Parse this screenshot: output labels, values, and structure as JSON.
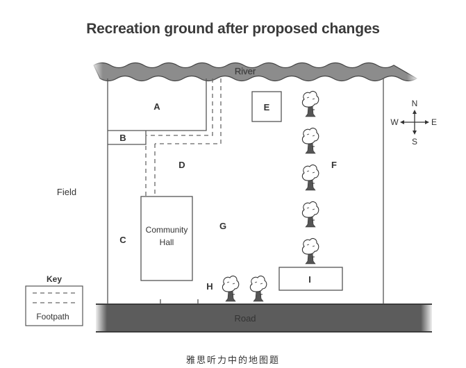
{
  "title": "Recreation ground after proposed changes",
  "caption": "雅思听力中的地图题",
  "features": {
    "river": "River",
    "road": "Road",
    "field": "Field",
    "community_hall_line1": "Community",
    "community_hall_line2": "Hall"
  },
  "areas": {
    "A": "A",
    "B": "B",
    "C": "C",
    "D": "D",
    "E": "E",
    "F": "F",
    "G": "G",
    "H": "H",
    "I": "I"
  },
  "compass": {
    "north": "N",
    "south": "S",
    "east": "E",
    "west": "W"
  },
  "key": {
    "heading": "Key",
    "footpath": "Footpath"
  },
  "colors": {
    "water": "#8a8a8a",
    "road": "#5a5a5a",
    "line": "#555555"
  }
}
